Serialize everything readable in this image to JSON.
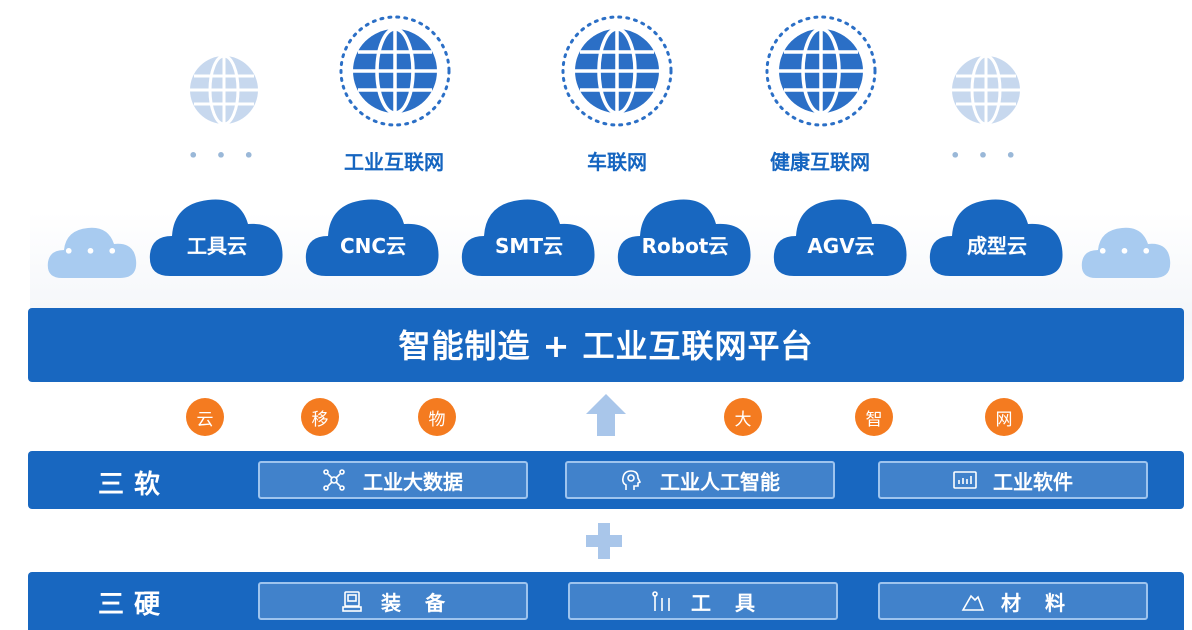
{
  "networks": [
    {
      "label": "• • •"
    },
    {
      "label": "工业互联网"
    },
    {
      "label": "车联网"
    },
    {
      "label": "健康互联网"
    },
    {
      "label": "• • •"
    }
  ],
  "clouds": [
    {
      "label": "• • •"
    },
    {
      "label": "工具云"
    },
    {
      "label": "CNC云"
    },
    {
      "label": "SMT云"
    },
    {
      "label": "Robot云"
    },
    {
      "label": "AGV云"
    },
    {
      "label": "成型云"
    },
    {
      "label": "• • •"
    }
  ],
  "platform": {
    "title": "智能制造 + 工业互联网平台"
  },
  "technologies": [
    "云",
    "移",
    "物",
    "大",
    "智",
    "网"
  ],
  "soft_row": {
    "title": "三软",
    "items": [
      {
        "label": "工业大数据",
        "icon": "network-nodes-icon"
      },
      {
        "label": "工业人工智能",
        "icon": "ai-head-icon"
      },
      {
        "label": "工业软件",
        "icon": "chart-screen-icon"
      }
    ]
  },
  "hard_row": {
    "title": "三硬",
    "items": [
      {
        "label": "装备",
        "icon": "machine-icon"
      },
      {
        "label": "工具",
        "icon": "tools-icon"
      },
      {
        "label": "材料",
        "icon": "material-pile-icon"
      }
    ]
  },
  "colors": {
    "primary": "#1867c0",
    "accent": "#f47b20",
    "globe": "#2b6fc6"
  }
}
